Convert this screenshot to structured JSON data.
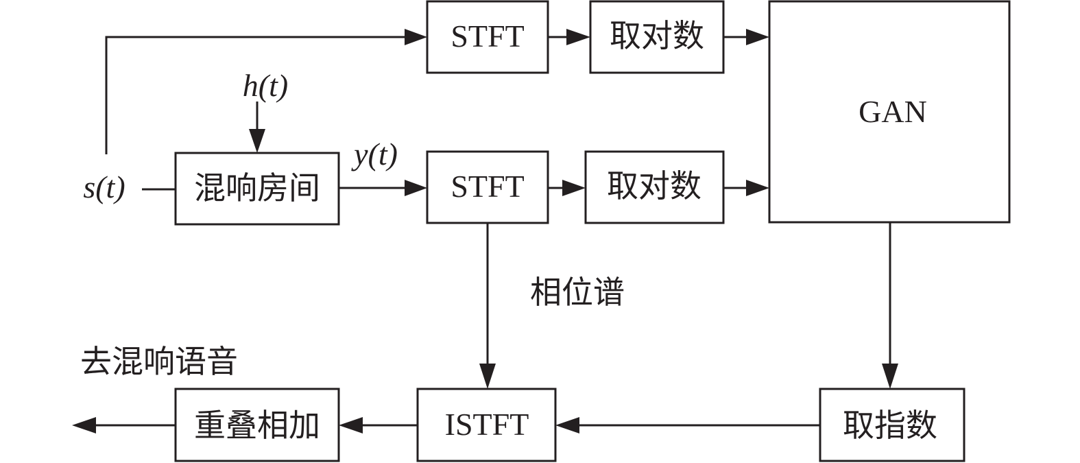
{
  "diagram": {
    "title": "GAN-based speech dereverberation pipeline",
    "colors": {
      "stroke": "#231f20",
      "background": "#ffffff"
    },
    "signals": {
      "input": "s(t)",
      "impulse_response": "h(t)",
      "reverberant": "y(t)"
    },
    "nodes": {
      "room": "混响房间",
      "stft_top": "STFT",
      "log_top": "取对数",
      "stft_bottom": "STFT",
      "log_bottom": "取对数",
      "gan": "GAN",
      "exp": "取指数",
      "istft": "ISTFT",
      "overlap_add": "重叠相加"
    },
    "labels": {
      "phase_spectrum": "相位谱",
      "output": "去混响语音"
    },
    "edges": [
      {
        "from": "s(t)",
        "to": "stft_top"
      },
      {
        "from": "s(t)",
        "to": "room"
      },
      {
        "from": "h(t)",
        "to": "room"
      },
      {
        "from": "room",
        "to": "stft_bottom",
        "label": "y(t)"
      },
      {
        "from": "stft_top",
        "to": "log_top"
      },
      {
        "from": "stft_bottom",
        "to": "log_bottom"
      },
      {
        "from": "log_top",
        "to": "gan"
      },
      {
        "from": "log_bottom",
        "to": "gan"
      },
      {
        "from": "gan",
        "to": "exp"
      },
      {
        "from": "stft_bottom",
        "to": "istft",
        "label": "相位谱"
      },
      {
        "from": "exp",
        "to": "istft"
      },
      {
        "from": "istft",
        "to": "overlap_add"
      },
      {
        "from": "overlap_add",
        "to": "output",
        "label": "去混响语音"
      }
    ]
  }
}
